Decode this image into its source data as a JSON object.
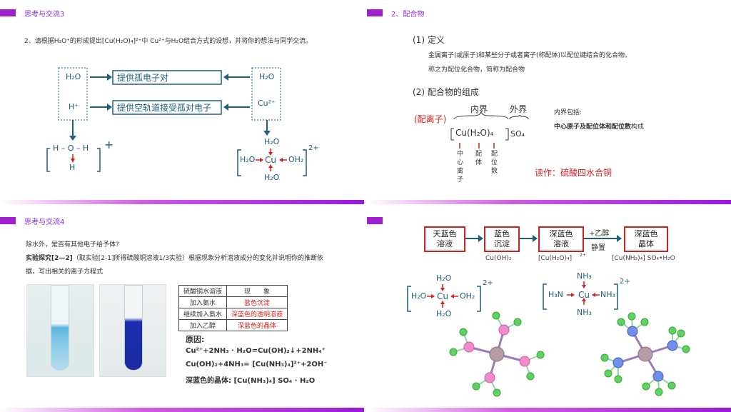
{
  "s1": {
    "title": "思考与交流3",
    "question": "2、请根据H₃O⁺的形成提出[Cu(H₂O)₄]²⁺中 Cu²⁺与H₂O结合方式的设想，并将你的想法与同学交流。",
    "left_top": "H₂O",
    "left_bottom": "H⁺",
    "right_top": "H₂O",
    "right_bottom": "Cu²⁺",
    "box1": "提供孤电子对",
    "box2": "提供空轨道接受孤对电子",
    "hydronium_left": "H – O – H",
    "hydronium_h": "H",
    "plus": "+",
    "cu_center": "Cu",
    "cu_left": "H₂O",
    "cu_right": "OH₂",
    "cu_top": "H₂O",
    "cu_bottom": "H₂O",
    "charge": "2+"
  },
  "s2": {
    "title": "2、配合物",
    "def_head": "(1) 定义",
    "def_line1": "金属离子(或原子)和某些分子或者离子(称配体)以配位键结合的化合物。",
    "def_line2": "称之为配位化合物，简称为配合物",
    "comp_head": "(2)  配合物的组成",
    "inner": "内界",
    "outer": "外界",
    "complex_ion": "(配离子)",
    "formula_inner": "Cu(H₂O)₄",
    "formula_outer": "SO₄",
    "l1": "中心离子",
    "l2": "配体",
    "l3": "配位数",
    "inner_includes": "内界包括:",
    "inner_desc_bold": "中心原子及配位体和配位数",
    "inner_desc_tail": "构成",
    "reading": "读作：硫酸四水合铜"
  },
  "s3": {
    "title": "思考与交流4",
    "q": "除水外，是否有其他电子给予体?",
    "exp_bold": "实验探究[2—2]",
    "exp_text": "（取实验[2-1]所得硫酸铜溶液1/3实验）根据现象分析溶液成分的变化并说明你的推断依",
    "exp_text2": "据，写出相关的离子方程式",
    "table": [
      [
        "硫酸铜水溶液",
        "现　　象"
      ],
      [
        "加入氨水",
        "蓝色沉淀"
      ],
      [
        "继续加入氨水",
        "深蓝色的透明溶液"
      ],
      [
        "加入乙醇",
        "深蓝色的晶体"
      ]
    ],
    "reason": "原因:",
    "eq1": "Cu²⁺+2NH₃ · H₂O=Cu(OH)₂↓+2NH₄⁺",
    "eq2": "Cu(OH)₂+4NH₃= [Cu(NH₃)₄]²⁺+2OH⁻",
    "eq3": "深蓝色的晶体: [Cu(NH₃)₄] SO₄ · H₂O"
  },
  "s4": {
    "b1": "天蓝色\n溶液",
    "b2": "蓝色\n沉淀",
    "b3": "深蓝色\n溶液",
    "b4": "深蓝色\n晶体",
    "add": "+乙醇",
    "stand": "静置",
    "f2": "Cu(OH)₂",
    "f3": "[Cu(H₂O)₄]",
    "f3c": "2+",
    "f4": "[Cu(NH₃)₄] SO₄•H₂O",
    "w_center": "Cu",
    "w_left": "H₂O",
    "w_right": "OH₂",
    "w_top": "H₂O",
    "w_bottom": "H₂O",
    "a_center": "Cu",
    "a_left": "H₃N",
    "a_right": "NH₃",
    "a_top": "NH₃",
    "a_bottom": "NH₃",
    "charge": "2+"
  },
  "colors": {
    "accent": "#a020d0",
    "teal": "#1f5f7a",
    "red": "#d02020"
  }
}
